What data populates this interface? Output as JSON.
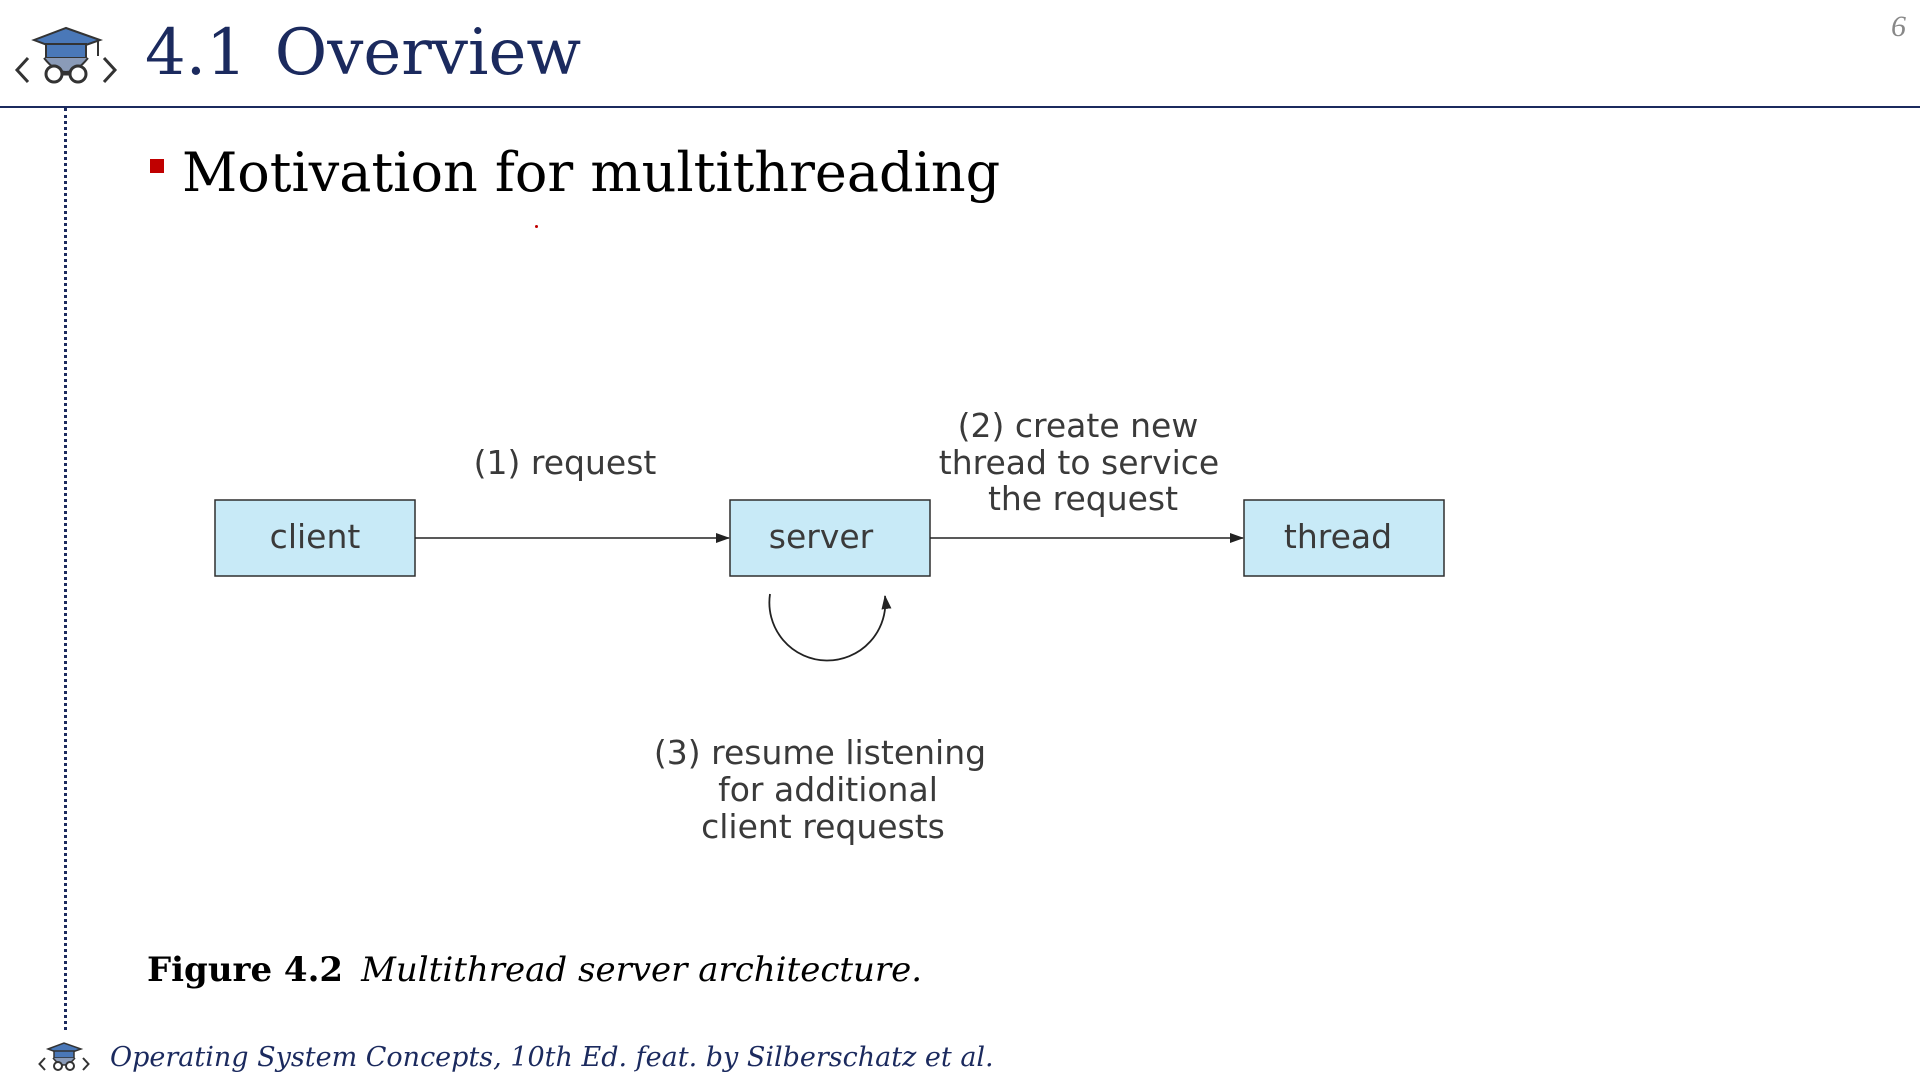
{
  "header": {
    "section_number": "4.1",
    "title": "Overview",
    "page_number": "6"
  },
  "bullet": {
    "text": "Motivation for multithreading"
  },
  "diagram": {
    "nodes": {
      "client": "client",
      "server": "server",
      "thread": "thread"
    },
    "edges": {
      "request": "(1) request",
      "create_line1": "(2) create new",
      "create_line2": "thread to service",
      "create_line3": "the request",
      "resume_line1": "(3) resume listening",
      "resume_line2": "for additional",
      "resume_line3": "client requests"
    },
    "colors": {
      "box_fill": "#c8eaf7",
      "title": "#1b2a5e",
      "bullet": "#c00000"
    }
  },
  "caption": {
    "label": "Figure 4.2",
    "text": "Multithread server architecture."
  },
  "footer": {
    "text": "Operating System Concepts, 10th Ed. feat. by Silberschatz et al."
  },
  "icons": {
    "header_logo": "coding-student-logo-icon",
    "footer_logo": "coding-student-logo-icon"
  }
}
